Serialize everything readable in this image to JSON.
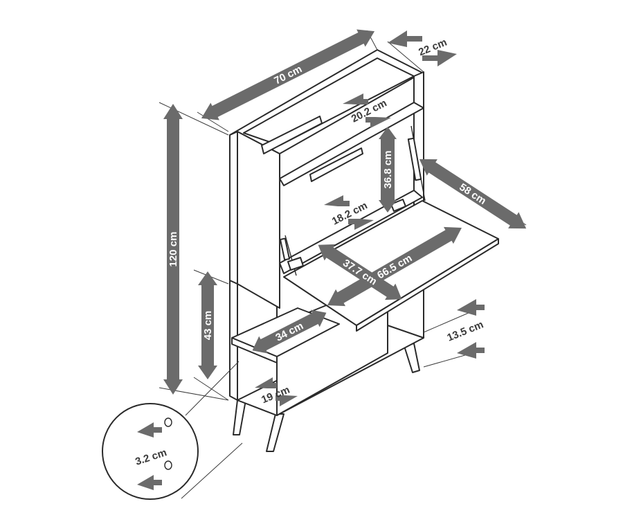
{
  "dimensions": {
    "width_total": "70 cm",
    "depth_total": "22 cm",
    "height_total": "120 cm",
    "top_shelf_depth": "20.2 cm",
    "upper_compartment_height": "36.8 cm",
    "flap_extension": "58 cm",
    "inner_shelf_depth": "18.2 cm",
    "flap_depth": "37.7 cm",
    "flap_width": "66.5 cm",
    "lower_compartment_height": "43 cm",
    "lower_shelf_width": "34 cm",
    "leg_height": "13.5 cm",
    "lower_shelf_depth": "19 cm",
    "hole_spacing": "3.2 cm"
  },
  "colors": {
    "line": "#2a2a2a",
    "arrow": "#6b6b6b",
    "background": "#ffffff"
  }
}
